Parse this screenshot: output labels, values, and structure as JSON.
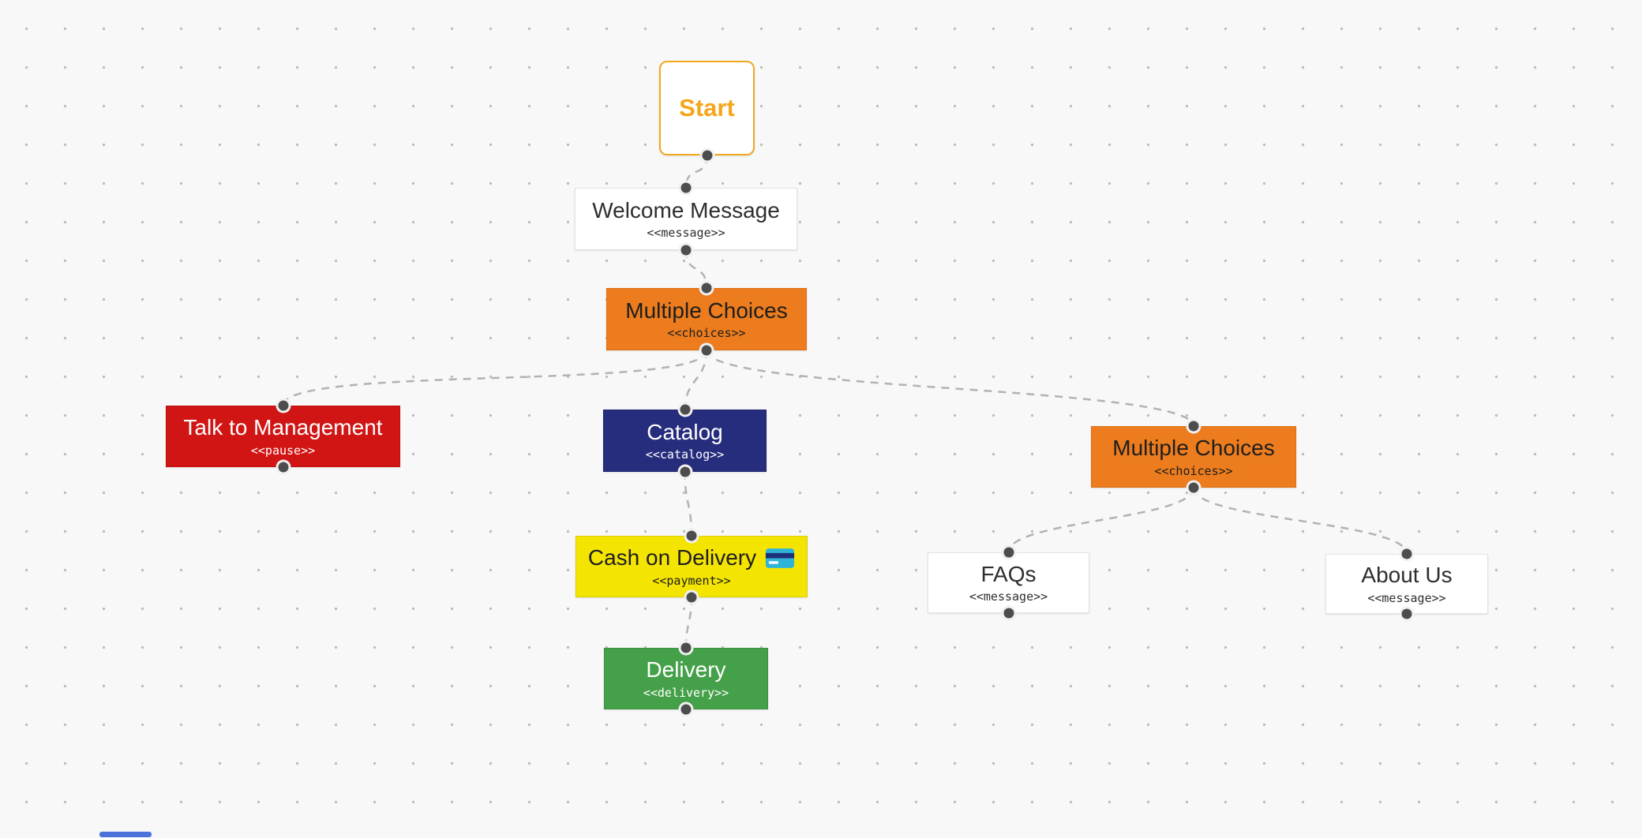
{
  "colors": {
    "canvas_bg": "#f8f8f8",
    "grid_dot": "#bdbdbd",
    "edge": "#b2b2b2",
    "endpoint": "#4d4d4d",
    "start_accent": "#f3a71f",
    "orange_node": "#ec7c1d",
    "red_node": "#d11514",
    "navy_node": "#272d7d",
    "yellow_node": "#f4e402",
    "green_node": "#45a149",
    "white_node": "#ffffff",
    "scrollbar_thumb": "#4a72da"
  },
  "nodes": {
    "start": {
      "title": "Start",
      "tag": "",
      "color": "#ffffff"
    },
    "welcome_message": {
      "title": "Welcome Message",
      "tag": "<<message>>",
      "color": "#ffffff"
    },
    "multiple_choices": {
      "title": "Multiple Choices",
      "tag": "<<choices>>",
      "color": "#ec7c1d"
    },
    "talk_to_management": {
      "title": "Talk to Management",
      "tag": "<<pause>>",
      "color": "#d11514"
    },
    "catalog": {
      "title": "Catalog",
      "tag": "<<catalog>>",
      "color": "#272d7d"
    },
    "multiple_choices_2": {
      "title": "Multiple Choices",
      "tag": "<<choices>>",
      "color": "#ec7c1d"
    },
    "cash_on_delivery": {
      "title": "Cash on Delivery",
      "tag": "<<payment>>",
      "color": "#f4e402",
      "icon": "credit-card"
    },
    "faqs": {
      "title": "FAQs",
      "tag": "<<message>>",
      "color": "#ffffff"
    },
    "about_us": {
      "title": "About Us",
      "tag": "<<message>>",
      "color": "#ffffff"
    },
    "delivery": {
      "title": "Delivery",
      "tag": "<<delivery>>",
      "color": "#45a149"
    }
  },
  "edges": [
    {
      "from": "start",
      "to": "welcome_message"
    },
    {
      "from": "welcome_message",
      "to": "multiple_choices"
    },
    {
      "from": "multiple_choices",
      "to": "talk_to_management"
    },
    {
      "from": "multiple_choices",
      "to": "catalog"
    },
    {
      "from": "multiple_choices",
      "to": "multiple_choices_2"
    },
    {
      "from": "catalog",
      "to": "cash_on_delivery"
    },
    {
      "from": "cash_on_delivery",
      "to": "delivery"
    },
    {
      "from": "multiple_choices_2",
      "to": "faqs"
    },
    {
      "from": "multiple_choices_2",
      "to": "about_us"
    }
  ]
}
